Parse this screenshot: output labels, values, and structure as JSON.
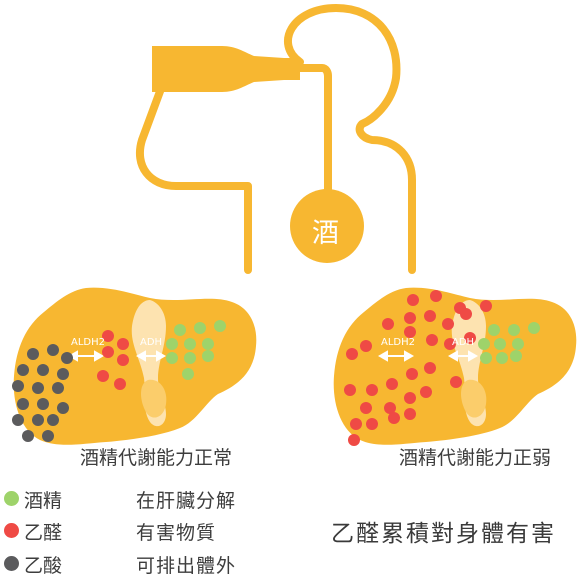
{
  "center": {
    "label": "酒"
  },
  "livers": [
    {
      "enzyme_left": "ALDH2",
      "enzyme_right": "ADH",
      "caption": "酒精代謝能力正常"
    },
    {
      "enzyme_left": "ALDH2",
      "enzyme_right": "ADH",
      "caption": "酒精代謝能力正弱"
    }
  ],
  "legend": [
    {
      "label": "酒精",
      "desc": "在肝臟分解",
      "color": "#9ed36a"
    },
    {
      "label": "乙醛",
      "desc": "有害物質",
      "color": "#ef4a45"
    },
    {
      "label": "乙酸",
      "desc": "可排出體外",
      "color": "#5b5b5d"
    }
  ],
  "conclusion": "乙醛累積對身體有害",
  "colors": {
    "orange": "#f7b731",
    "orange_light": "#fbcd6b",
    "lobe": "#fde3b0",
    "alcohol": "#9ed36a",
    "acetaldehyde": "#ef4a45",
    "acetic_acid": "#5b5b5d"
  }
}
